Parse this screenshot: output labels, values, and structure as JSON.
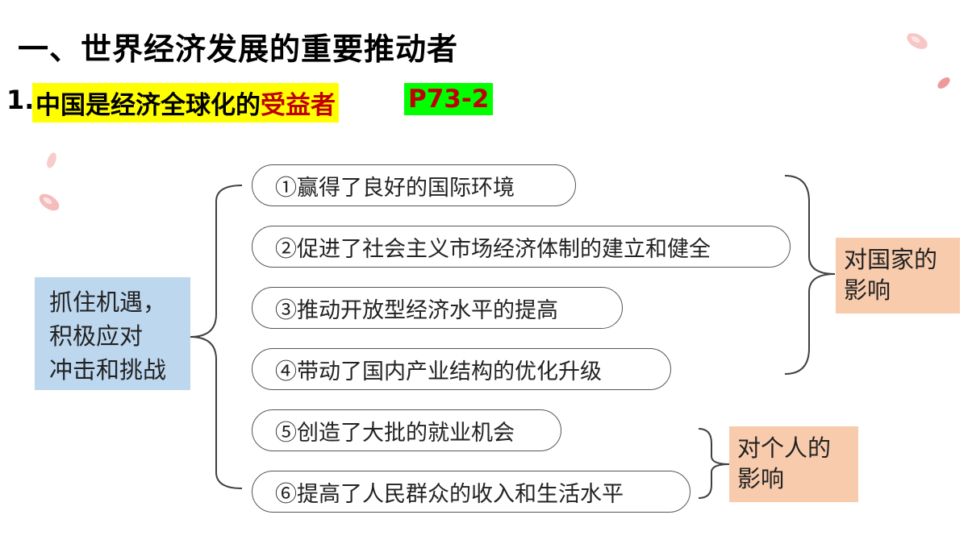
{
  "title": "一、世界经济发展的重要推动者",
  "subtitle": {
    "number": "1.",
    "prefix": "中国是经济全球化的",
    "highlight": "受益者",
    "page_ref": "P73-2"
  },
  "left_box": {
    "lines": [
      "抓住机遇，",
      "积极应对",
      "冲击和挑战"
    ]
  },
  "items": [
    "①赢得了良好的国际环境",
    "②促进了社会主义市场经济体制的建立和健全",
    "③推动开放型经济水平的提高",
    "④带动了国内产业结构的优化升级",
    "⑤创造了大批的就业机会",
    "⑥提高了人民群众的收入和生活水平"
  ],
  "groups": {
    "country": {
      "lines": [
        "对国家的",
        "影响"
      ]
    },
    "individual": {
      "lines": [
        "对个人的",
        "影响"
      ]
    }
  },
  "colors": {
    "left_box_bg": "#bdd7ee",
    "group_box_bg": "#f8cbad",
    "highlight_yellow": "#ffff00",
    "highlight_green": "#00ff00",
    "accent_red": "#c00000",
    "connector": "#404040"
  }
}
